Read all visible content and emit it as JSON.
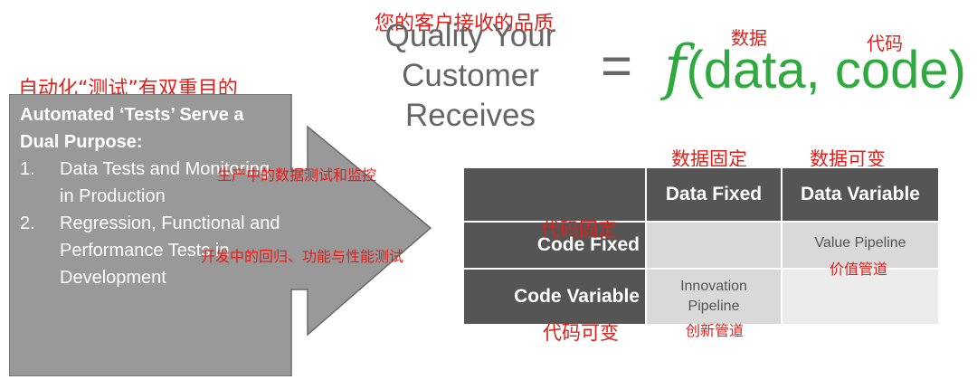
{
  "title": {
    "cn": "您的客户接收的品质",
    "line1": "Quality Your",
    "line2": "Customer",
    "line3": "Receives"
  },
  "formula": {
    "equals": "=",
    "f": "f",
    "args": "(data, code)",
    "data_cn": "数据",
    "code_cn": "代码"
  },
  "arrow": {
    "heading_cn": "自动化“测试”有双重目的",
    "title": "Automated ‘Tests’ Serve a Dual Purpose:",
    "items": [
      {
        "num": "1.",
        "text": "Data Tests and Monitoring in Production",
        "cn": "生产中的数据测试和监控"
      },
      {
        "num": "2.",
        "text": "Regression, Functional and Performance Tests in Development",
        "cn": "开发中的回归、功能与性能测试"
      }
    ]
  },
  "matrix": {
    "col_headers": [
      "Data Fixed",
      "Data Variable"
    ],
    "col_headers_cn": [
      "数据固定",
      "数据可变"
    ],
    "row_headers": [
      "Code Fixed",
      "Code Variable"
    ],
    "row_headers_cn": [
      "代码固定",
      "代码可变"
    ],
    "cells": {
      "code_fixed_data_fixed": "",
      "code_fixed_data_variable": "Value Pipeline",
      "code_fixed_data_variable_cn": "价值管道",
      "code_variable_data_fixed": "Innovation Pipeline",
      "code_variable_data_fixed_cn": "创新管道",
      "code_variable_data_variable": ""
    }
  },
  "colors": {
    "annotation_red": "#e0201b",
    "formula_green": "#2eaa3f",
    "arrow_gray": "#999999",
    "header_dark": "#555555",
    "cell_gray": "#d9d9d9"
  }
}
